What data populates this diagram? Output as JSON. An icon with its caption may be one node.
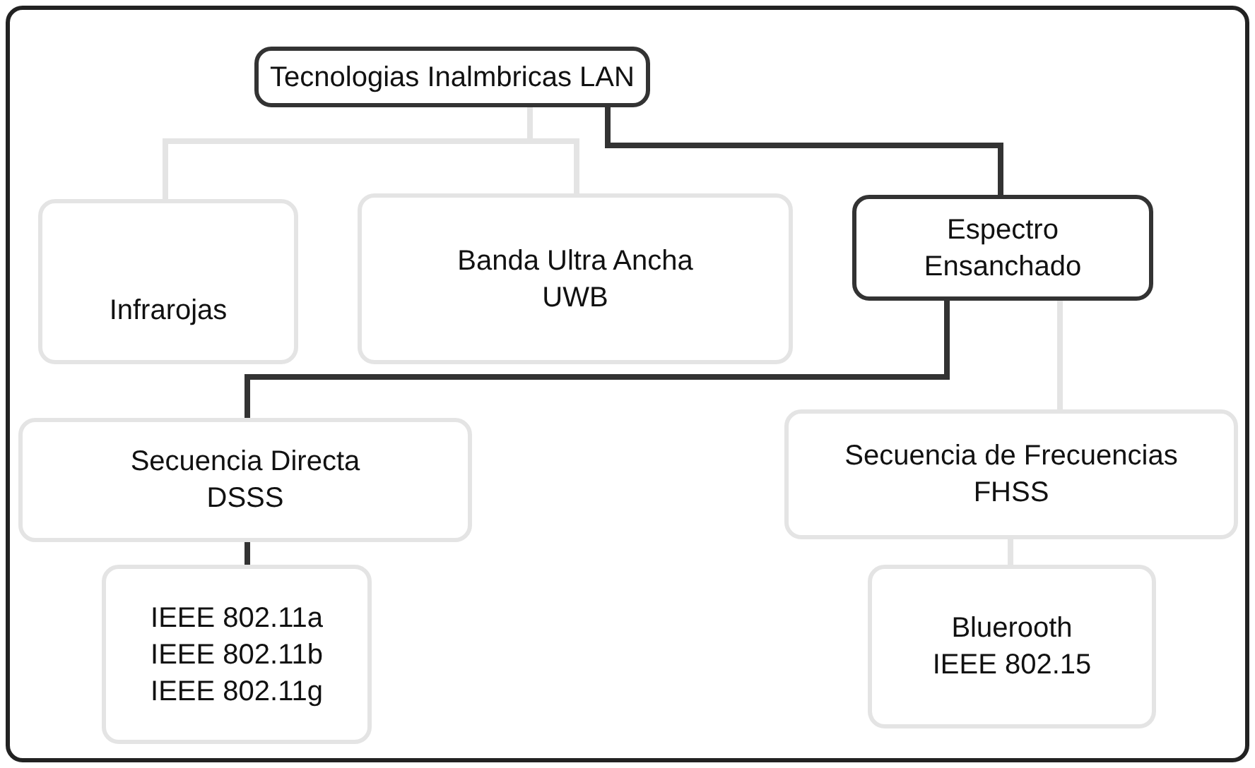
{
  "diagram": {
    "nodes": [
      {
        "text": [
          "Tecnologias Inalmbricas LAN"
        ]
      },
      {
        "text": [
          "Infrarojas"
        ]
      },
      {
        "text": [
          "Banda Ultra Ancha UWB"
        ]
      },
      {
        "text": [
          "Espectro Ensanchado"
        ]
      },
      {
        "text": [
          "Secuencia Directa DSSS"
        ]
      },
      {
        "text": [
          "Secuencia de Frecuencias FHSS"
        ]
      },
      {
        "text": [
          "IEEE 802.11a",
          "IEEE 802.11b",
          "IEEE 802.11g"
        ]
      },
      {
        "text": [
          "Bluerooth IEEE 802.15"
        ]
      }
    ],
    "edges": [
      {
        "from": 0,
        "to": 1,
        "arrow": "none"
      },
      {
        "from": 0,
        "to": 2,
        "arrow": "none"
      },
      {
        "from": 0,
        "to": 3,
        "arrow": "none",
        "color": "#333333"
      },
      {
        "from": 3,
        "to": 4,
        "arrow": "none",
        "color": "#333333"
      },
      {
        "from": 3,
        "to": 5,
        "arrow": "none"
      },
      {
        "from": 4,
        "to": 6,
        "arrow": "none",
        "color": "#333333"
      },
      {
        "from": 5,
        "to": 7,
        "arrow": "none"
      }
    ]
  }
}
